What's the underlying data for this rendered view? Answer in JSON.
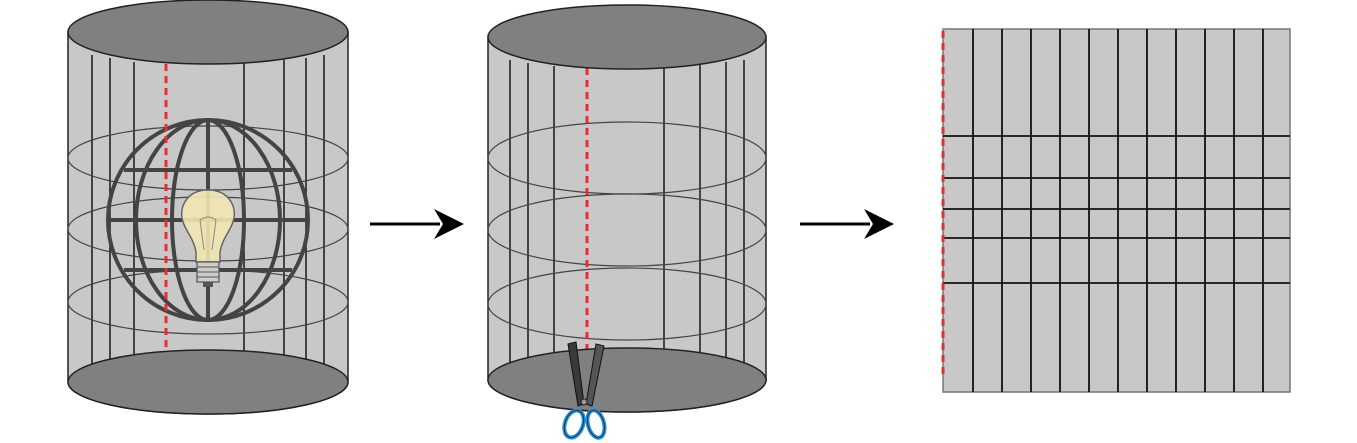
{
  "diagram": {
    "stages": [
      {
        "id": "cylinder-with-globe",
        "contents": [
          "globe-graticule",
          "light-bulb"
        ],
        "cut_line": "dashed-red"
      },
      {
        "id": "cylinder-cut",
        "contents": [
          "scissors"
        ],
        "cut_line": "dashed-red"
      },
      {
        "id": "unrolled-grid",
        "columns": 12,
        "row_boundaries": 5,
        "cut_line": "dashed-red"
      }
    ],
    "arrows": 2
  },
  "colors": {
    "cylinder_fill": "#c8c8c8",
    "cap_fill": "#808080",
    "line": "#222222",
    "cut_line": "#e03030",
    "bulb_fill": "#f2e6b0",
    "scissor_handle": "#2a8fd6",
    "arrow": "#000000"
  }
}
